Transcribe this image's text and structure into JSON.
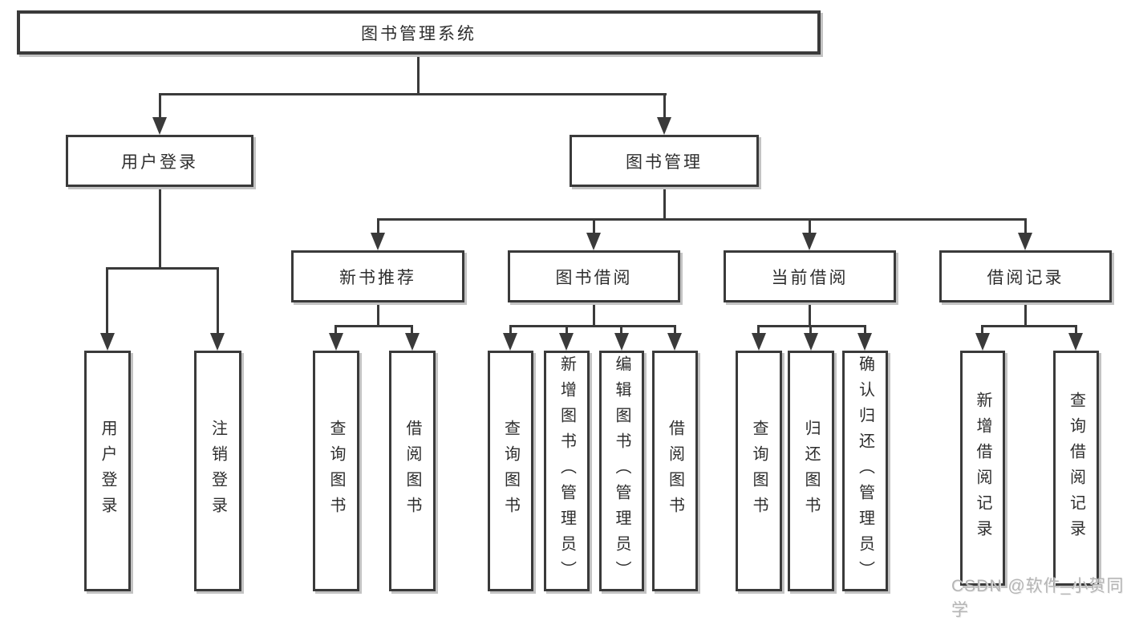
{
  "nodes": {
    "root": "图书管理系统",
    "l2": [
      "用户登录",
      "图书管理"
    ],
    "l3": [
      "新书推荐",
      "图书借阅",
      "当前借阅",
      "借阅记录"
    ],
    "leaves_login": [
      "用户登录",
      "注销登录"
    ],
    "leaves_recommend": [
      "查询图书",
      "借阅图书"
    ],
    "leaves_borrow": [
      "查询图书",
      "新增图书（管理员）",
      "编辑图书（管理员）",
      "借阅图书"
    ],
    "leaves_current": [
      "查询图书",
      "归还图书",
      "确认归还（管理员）"
    ],
    "leaves_record": [
      "新增借阅记录",
      "查询借阅记录"
    ]
  },
  "watermark": "CSDN @软件_小贺同学",
  "colors": {
    "line": "#3a3a3a",
    "text": "#2e2e2e",
    "watermark": "#b5b5b5",
    "background": "#ffffff"
  }
}
